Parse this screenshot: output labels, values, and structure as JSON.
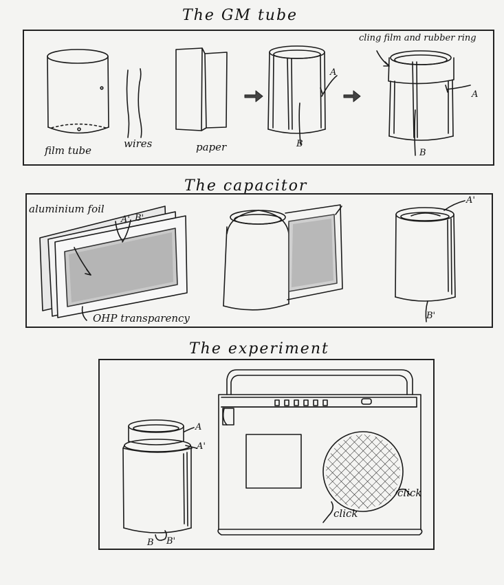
{
  "titles": {
    "gm_tube": "The GM tube",
    "capacitor": "The capacitor",
    "experiment": "The experiment"
  },
  "gm_tube_labels": {
    "film_tube": "film tube",
    "wires": "wires",
    "paper": "paper",
    "cling": "cling film and rubber ring",
    "a1": "A",
    "b1": "B",
    "a2": "A",
    "b2": "B"
  },
  "capacitor_labels": {
    "foil": "aluminium foil",
    "a_prime": "A'",
    "b_prime": "B'",
    "ohp": "OHP transparency",
    "a_prime_roll": "A'",
    "b_prime_roll": "B'"
  },
  "experiment_labels": {
    "a": "A",
    "a_prime": "A'",
    "b": "B",
    "b_prime": "B'",
    "click1": "click",
    "click2": "click"
  }
}
